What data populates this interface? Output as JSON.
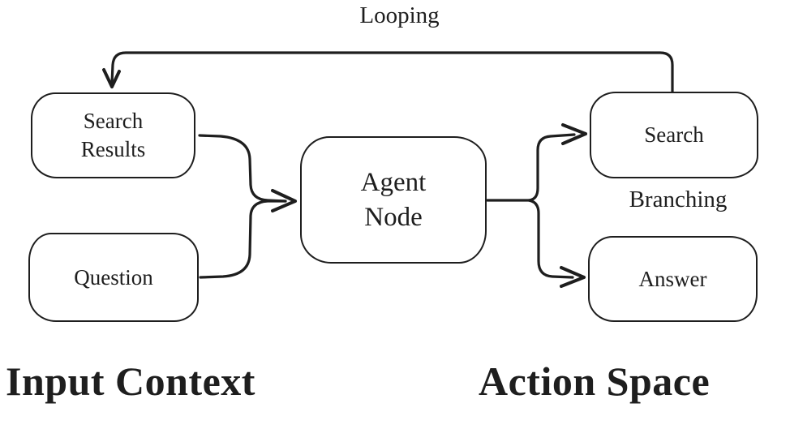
{
  "colors": {
    "stroke": "#1e1e1e",
    "background": "#ffffff"
  },
  "nodes": {
    "search_results": {
      "label": "Search Results"
    },
    "question": {
      "label": "Question"
    },
    "agent_node": {
      "label": "Agent Node"
    },
    "search": {
      "label": "Search"
    },
    "answer": {
      "label": "Answer"
    }
  },
  "annotations": {
    "looping": "Looping",
    "branching": "Branching",
    "input_context": "Input Context",
    "action_space": "Action Space"
  },
  "edges": [
    {
      "from": "Search Results",
      "to": "Agent Node"
    },
    {
      "from": "Question",
      "to": "Agent Node"
    },
    {
      "from": "Agent Node",
      "to": "Search"
    },
    {
      "from": "Agent Node",
      "to": "Answer"
    },
    {
      "from": "Search",
      "to": "Search Results",
      "label": "Looping"
    }
  ],
  "groups": [
    {
      "label": "Input Context",
      "members": [
        "Search Results",
        "Question"
      ]
    },
    {
      "label": "Action Space",
      "members": [
        "Search",
        "Answer"
      ]
    }
  ]
}
